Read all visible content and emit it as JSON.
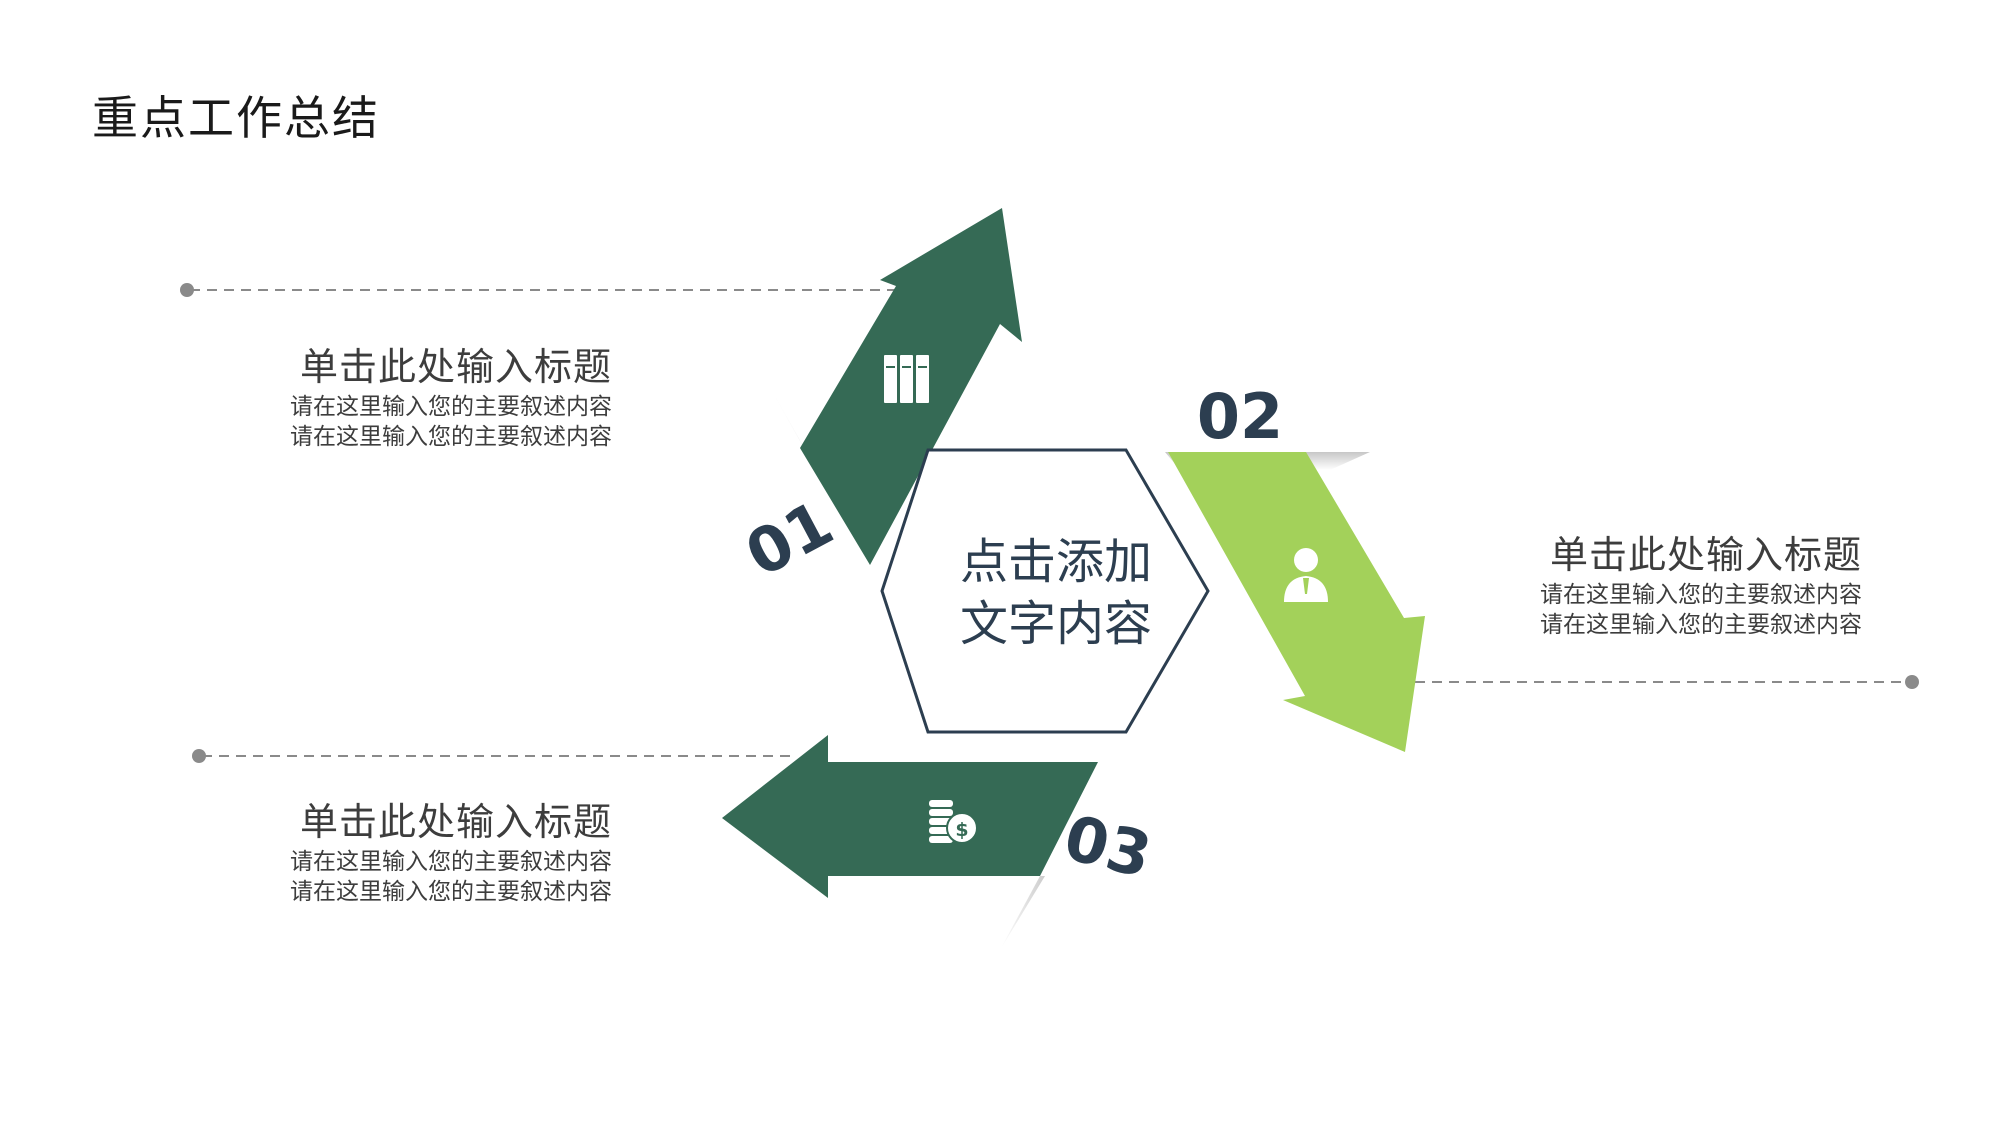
{
  "page": {
    "title": "重点工作总结",
    "colors": {
      "dark_green": "#356a55",
      "light_green": "#a3d15a",
      "navy": "#2c3e50",
      "text": "#3d3d3d",
      "dash": "#8a8a8a"
    }
  },
  "center": {
    "line1": "点击添加",
    "line2": "文字内容"
  },
  "steps": [
    {
      "number": "01",
      "icon": "books-icon",
      "heading": "单击此处输入标题",
      "desc1": "请在这里输入您的主要叙述内容",
      "desc2": "请在这里输入您的主要叙述内容"
    },
    {
      "number": "02",
      "icon": "person-icon",
      "heading": "单击此处输入标题",
      "desc1": "请在这里输入您的主要叙述内容",
      "desc2": "请在这里输入您的主要叙述内容"
    },
    {
      "number": "03",
      "icon": "money-coins-icon",
      "heading": "单击此处输入标题",
      "desc1": "请在这里输入您的主要叙述内容",
      "desc2": "请在这里输入您的主要叙述内容"
    }
  ]
}
